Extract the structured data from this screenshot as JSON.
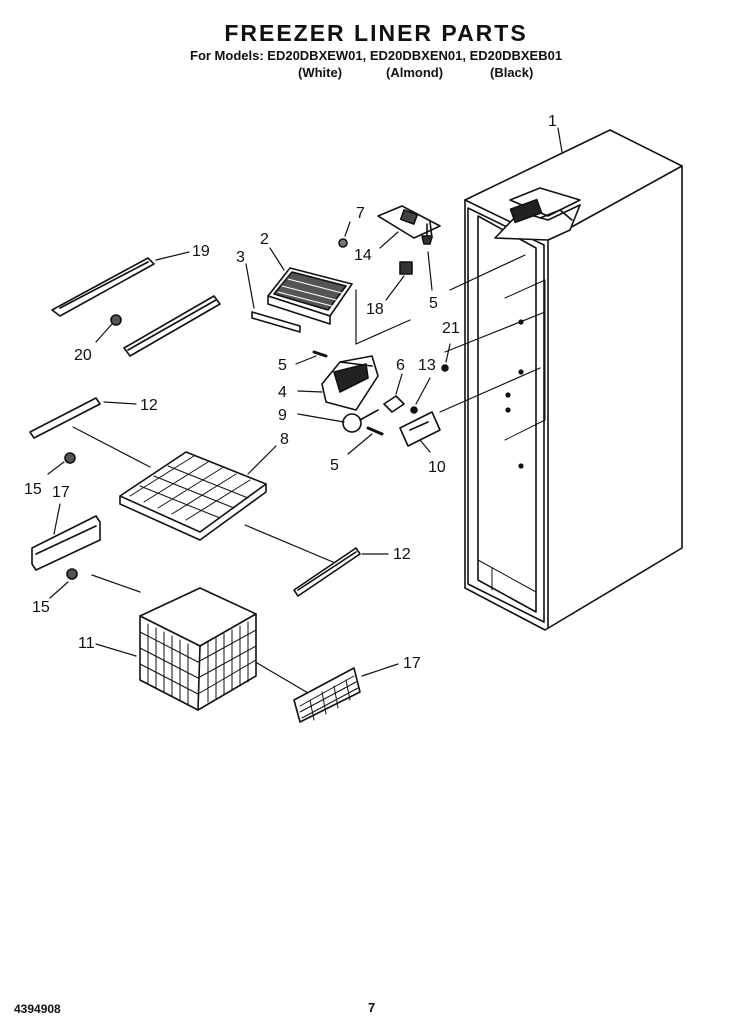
{
  "header": {
    "title": "FREEZER LINER PARTS",
    "models_line": "For Models: ED20DBXEW01, ED20DBXEN01, ED20DBXEB01",
    "colors": [
      "(White)",
      "(Almond)",
      "(Black)"
    ]
  },
  "callouts": [
    "1",
    "2",
    "3",
    "4",
    "5",
    "5",
    "5",
    "6",
    "7",
    "8",
    "9",
    "10",
    "11",
    "12",
    "12",
    "13",
    "14",
    "15",
    "15",
    "17",
    "17",
    "18",
    "19",
    "20",
    "21"
  ],
  "footer": {
    "doc_number": "4394908",
    "page_number": "7"
  }
}
